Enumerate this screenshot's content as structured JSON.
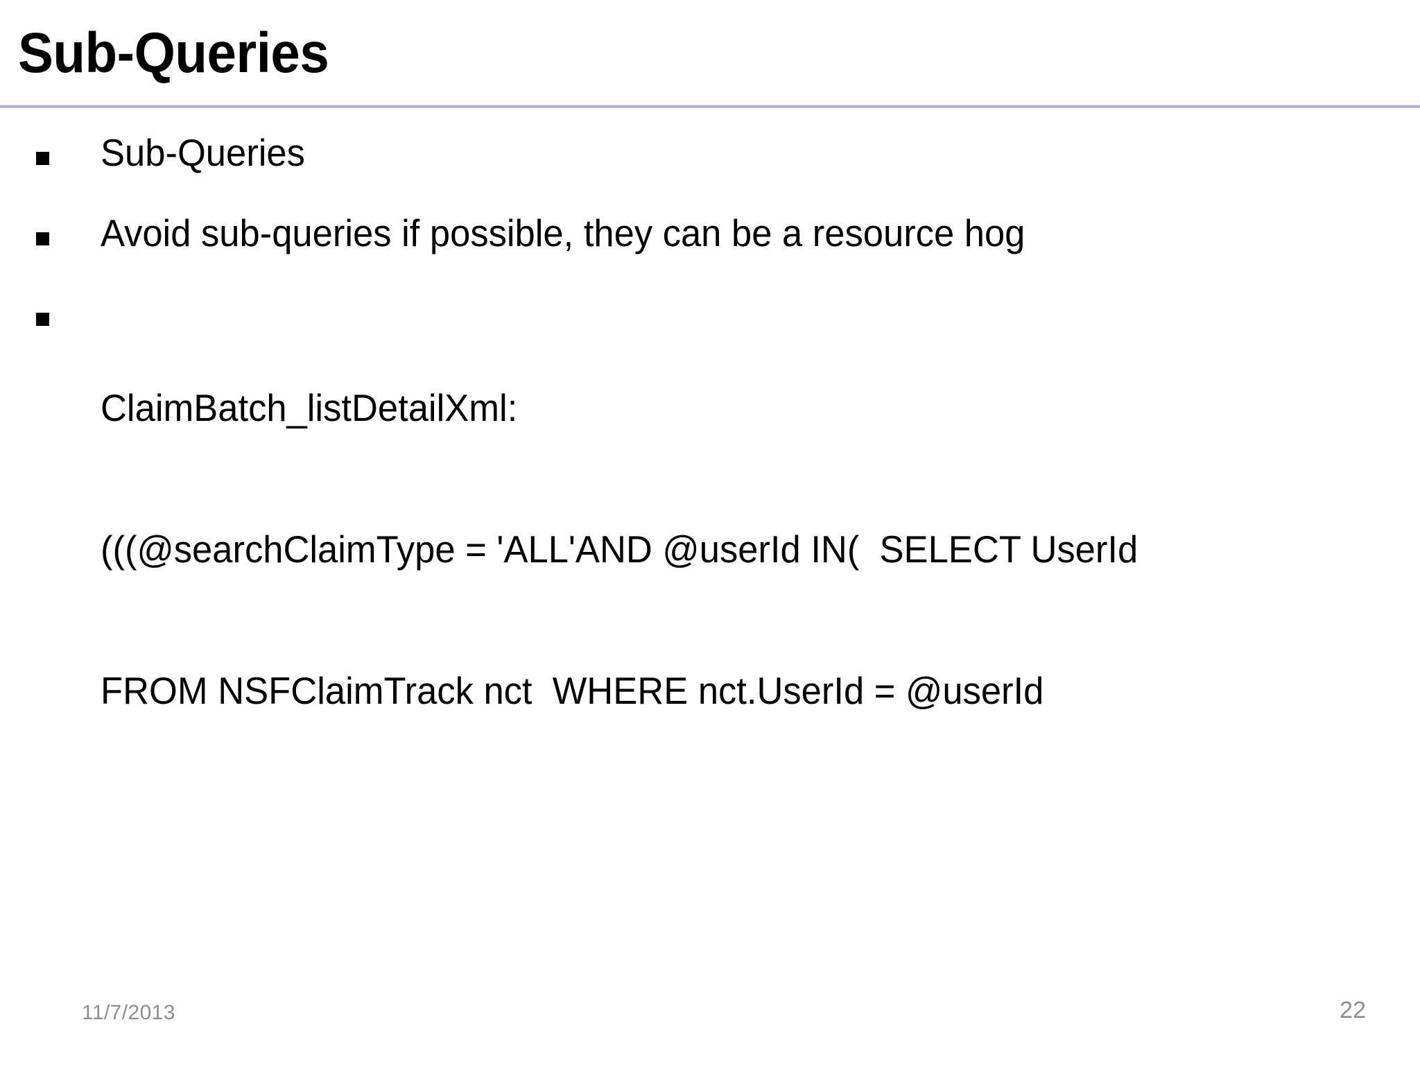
{
  "slide": {
    "title": "Sub-Queries",
    "divider_color": "#9FB0DC",
    "background_color": "#FFFFFF",
    "text_color": "#000000",
    "footer_text_color": "#8E8E8E"
  },
  "body": {
    "bullet_glyph": "square-bullet",
    "items": [
      {
        "text": "Sub-Queries"
      },
      {
        "text": "Avoid sub-queries if possible, they can be a resource hog"
      },
      {
        "heading": "ClaimBatch_listDetailXml:",
        "code_line_1": "(((@searchClaimType = 'ALL'AND @userId IN(  SELECT UserId",
        "code_line_2": "FROM NSFClaimTrack nct  WHERE nct.UserId = @userId"
      }
    ]
  },
  "footer": {
    "date": "11/7/2013",
    "page_number": "22"
  }
}
